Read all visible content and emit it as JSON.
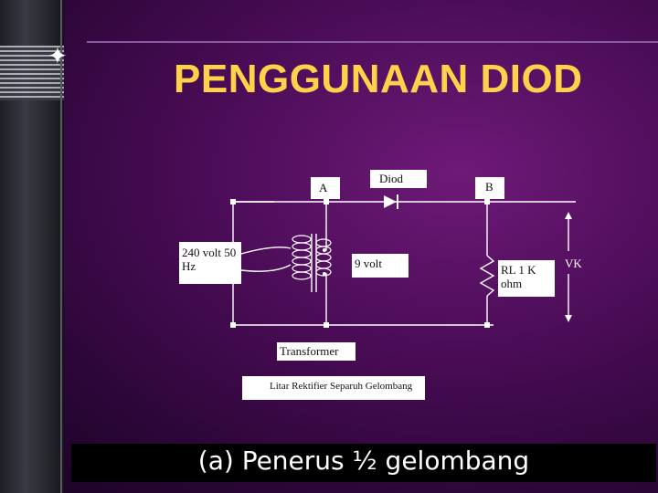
{
  "slide": {
    "title": "PENGGUNAAN DIOD",
    "footer": "(a) Penerus ½ gelombang"
  },
  "diagram": {
    "labels": {
      "source": "240 volt 50 Hz",
      "node_a": "A",
      "diode": "Diod",
      "node_b": "B",
      "secondary": "9 volt",
      "load": "RL 1 K ohm",
      "vk": "VK",
      "transformer": "Transformer",
      "caption": "Litar Rektifier Separuh Gelombang"
    },
    "colors": {
      "wire": "#ffffff",
      "label_bg": "#ffffff",
      "title": "#ffd24a"
    }
  }
}
